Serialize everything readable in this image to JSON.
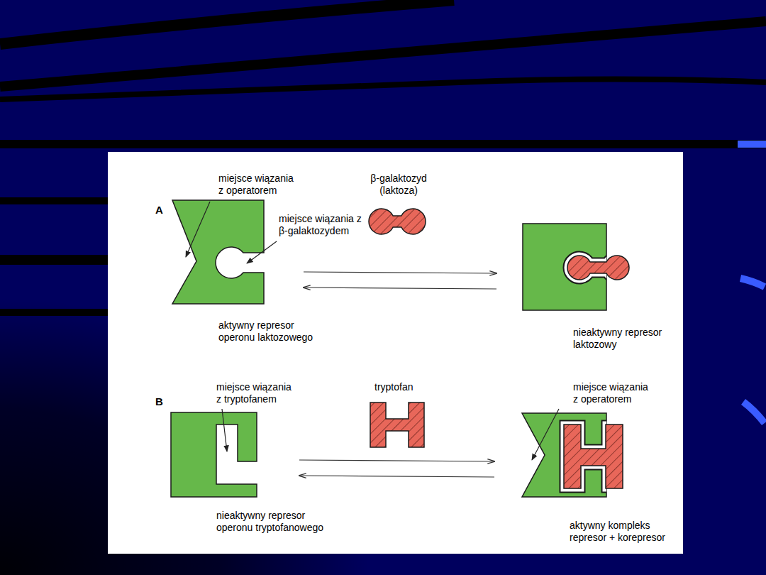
{
  "diagram": {
    "labels": [
      "miejsce wiązania z operatorem",
      "A",
      "β-galaktozyd (laktoza)",
      "miejsce wiązania z β-galaktozydem",
      "aktywny represor operonu laktozowego",
      "nieaktywny represor laktozowy",
      "miejsce wiązania z tryptofanem",
      "tryptofan",
      "miejsce wiązania z operatorem",
      "B",
      "nieaktywny represor operonu tryptofanowego",
      "aktywny kompleks represor + korepresor"
    ]
  }
}
